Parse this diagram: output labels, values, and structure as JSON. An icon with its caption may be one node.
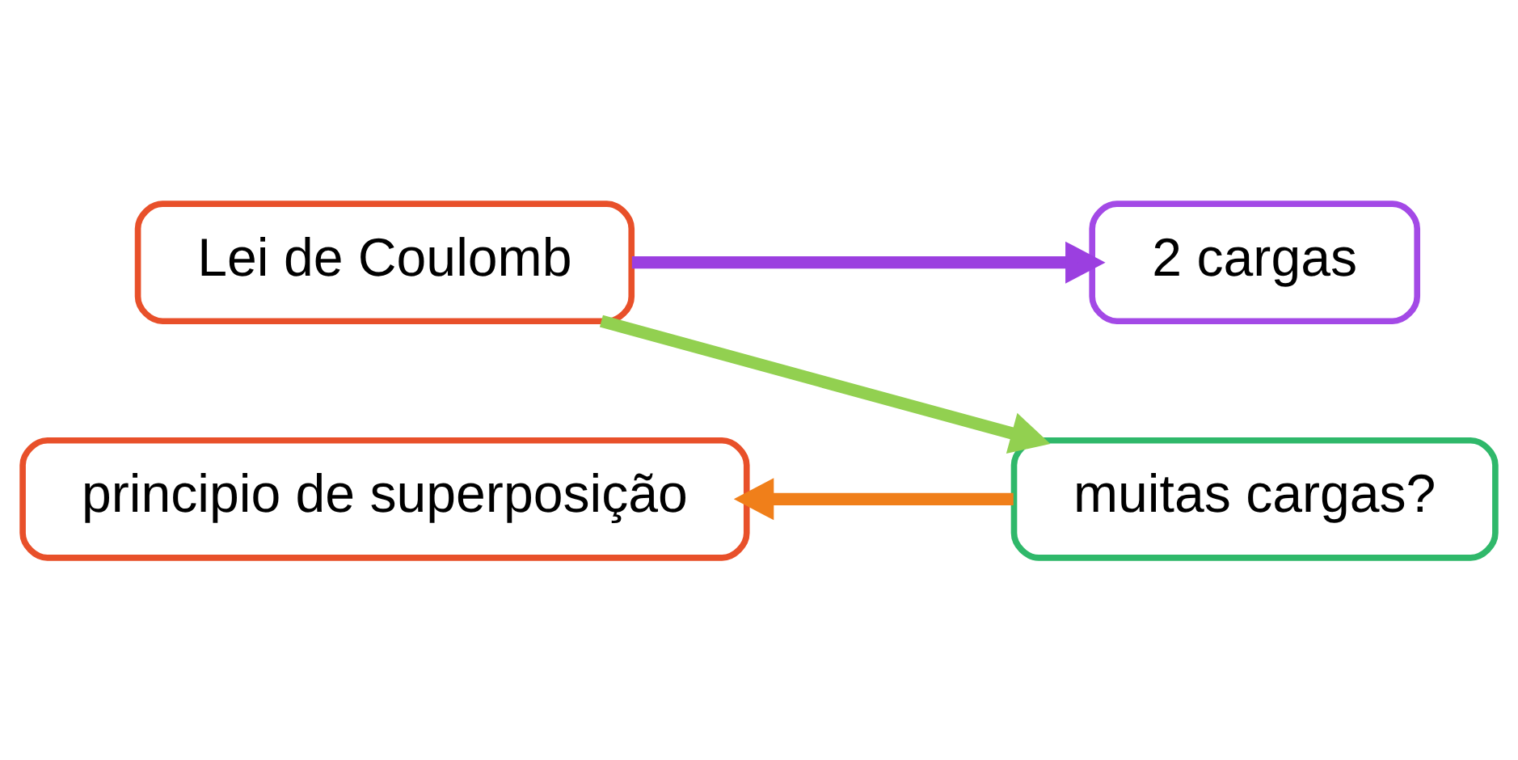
{
  "diagram": {
    "nodes": [
      {
        "text": [
          "Lei de Coulomb"
        ]
      },
      {
        "text": [
          "2 cargas"
        ]
      },
      {
        "text": [
          "muitas cargas?"
        ]
      },
      {
        "text": [
          "principio de superposição"
        ]
      }
    ],
    "edges": [
      {
        "from": 0,
        "to": 1,
        "arrow": "to",
        "color": "#9b3fe0"
      },
      {
        "from": 0,
        "to": 2,
        "arrow": "to",
        "color": "#92d050"
      },
      {
        "from": 2,
        "to": 3,
        "arrow": "to",
        "color": "#f07f1a"
      }
    ]
  }
}
